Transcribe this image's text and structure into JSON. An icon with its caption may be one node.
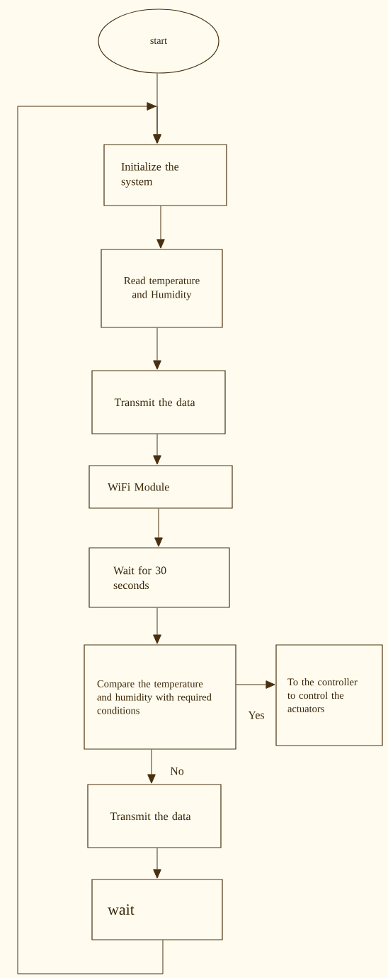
{
  "diagram": {
    "nodes": [
      {
        "text": [
          "start"
        ]
      },
      {
        "text": [
          "Initialize the system"
        ]
      },
      {
        "text": [
          "Read temperature and Humidity"
        ]
      },
      {
        "text": [
          "Transmit the data"
        ]
      },
      {
        "text": [
          "WiFi Module"
        ]
      },
      {
        "text": [
          "Wait for 30 seconds"
        ]
      },
      {
        "text": [
          "Compare the temperature and humidity with required conditions"
        ]
      },
      {
        "text": [
          "To the controller to control the actuators"
        ]
      },
      {
        "text": [
          "Transmit the data"
        ]
      },
      {
        "text": [
          "wait"
        ]
      }
    ],
    "edges": [
      {
        "from": 0,
        "to": 1,
        "arrow": "to"
      },
      {
        "from": 1,
        "to": 2,
        "arrow": "to"
      },
      {
        "from": 2,
        "to": 3,
        "arrow": "to"
      },
      {
        "from": 3,
        "to": 4,
        "arrow": "to"
      },
      {
        "from": 4,
        "to": 5,
        "arrow": "to"
      },
      {
        "from": 5,
        "to": 6,
        "arrow": "to"
      },
      {
        "from": 6,
        "to": 7,
        "arrow": "to",
        "label": "Yes"
      },
      {
        "from": 6,
        "to": 8,
        "arrow": "to",
        "label": "No"
      },
      {
        "from": 8,
        "to": 9,
        "arrow": "to"
      },
      {
        "from": 9,
        "to": 1,
        "arrow": "to"
      }
    ]
  }
}
